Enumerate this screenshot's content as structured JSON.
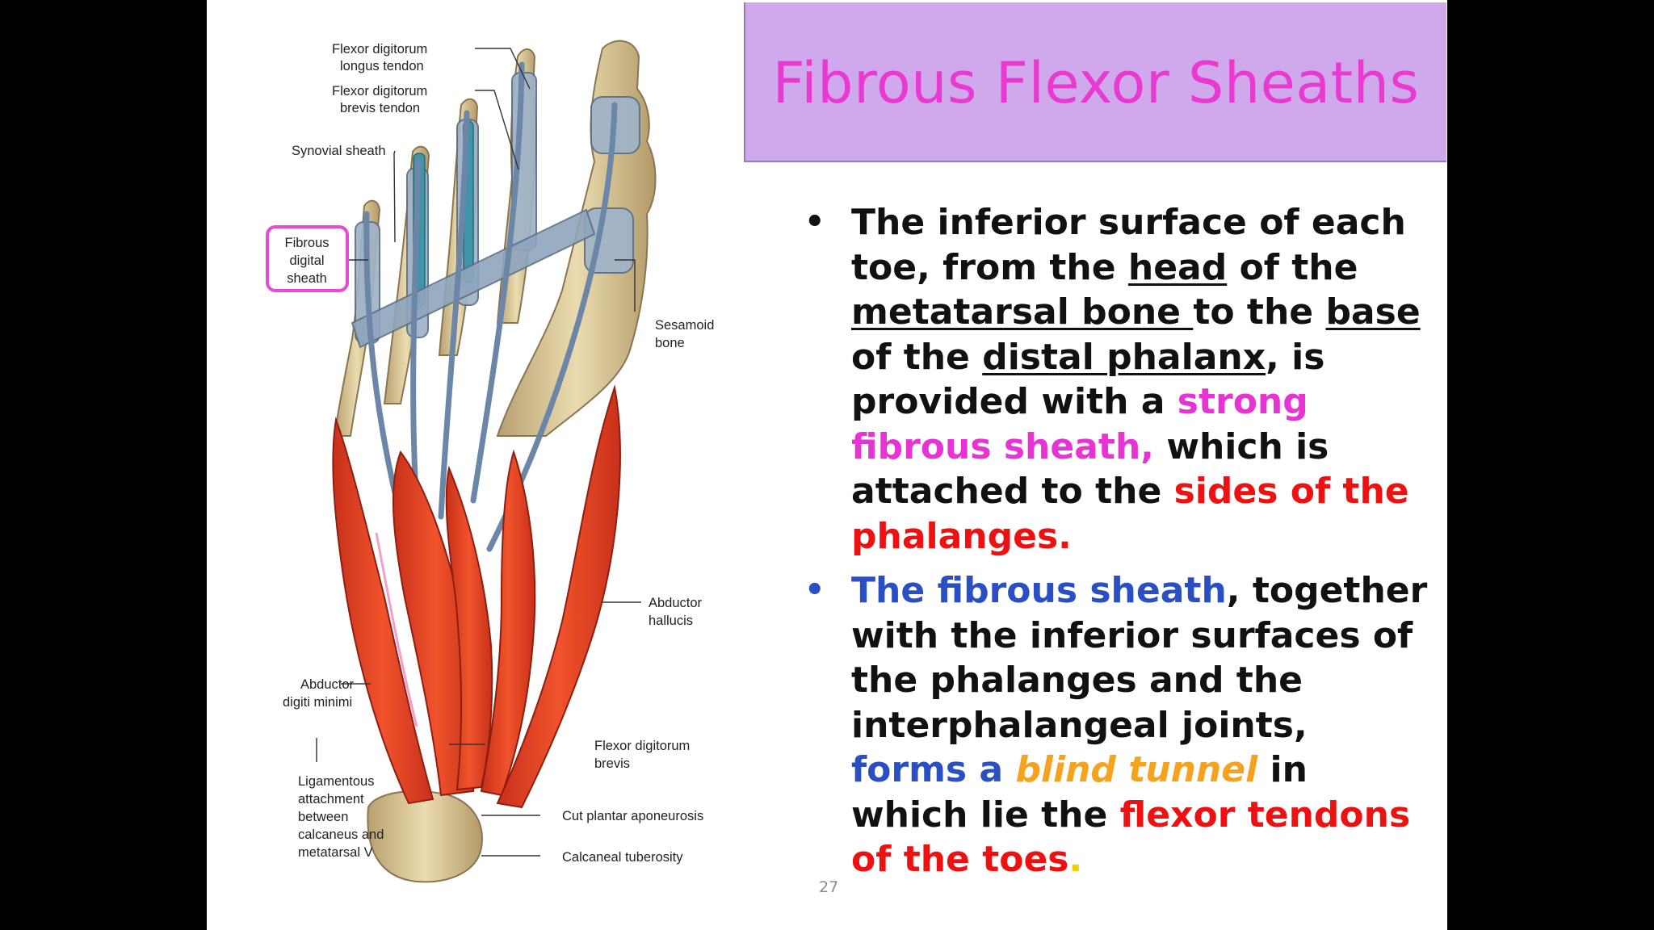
{
  "slide": {
    "title": "Fibrous Flexor Sheaths",
    "page_number": "27"
  },
  "figure": {
    "labels": {
      "fdl_1": "Flexor digitorum",
      "fdl_2": "longus tendon",
      "fdb_1": "Flexor digitorum",
      "fdb_2": "brevis tendon",
      "synovial": "Synovial sheath",
      "fibrous_1": "Fibrous",
      "fibrous_2": "digital",
      "fibrous_3": "sheath",
      "sesamoid_1": "Sesamoid",
      "sesamoid_2": "bone",
      "abd_hal_1": "Abductor",
      "abd_hal_2": "hallucis",
      "abd_dig_1": "Abductor",
      "abd_dig_2": "digiti minimi",
      "fdb_muscle_1": "Flexor digitorum",
      "fdb_muscle_2": "brevis",
      "lig_1": "Ligamentous",
      "lig_2": "attachment",
      "lig_3": "between",
      "lig_4": "calcaneus and",
      "lig_5": "metatarsal V",
      "cut_plantar": "Cut plantar aponeurosis",
      "calc_tub": "Calcaneal tuberosity"
    }
  },
  "bullets": {
    "b1": {
      "t1": "The inferior surface of each toe, from the ",
      "head": "head",
      "t2": " of the ",
      "metatarsal": "metatarsal bone ",
      "t3": "to the ",
      "base": "base",
      "t4": " of the ",
      "distal": "distal phalanx",
      "t5": ", is provided with a ",
      "strong": "strong fibrous sheath,",
      "t6": " which is attached to the ",
      "sides": "sides of the phalanges."
    },
    "b2": {
      "fibrous": "The fibrous sheath",
      "t1": ", together with the inferior surfaces of the phalanges and the interphalangeal joints, ",
      "forms": "forms a ",
      "blind": "blind tunnel",
      "t2": " in which lie the ",
      "flexor": "flexor tendons of the toes",
      "period": "."
    }
  },
  "colors": {
    "title_bg": "#cfa9eb",
    "title_text": "#e83ad1",
    "pink": "#e833d4",
    "red": "#ee1111",
    "blue": "#2a4fc2",
    "orange": "#f5a21e",
    "highlight_box": "#e84ad6"
  }
}
